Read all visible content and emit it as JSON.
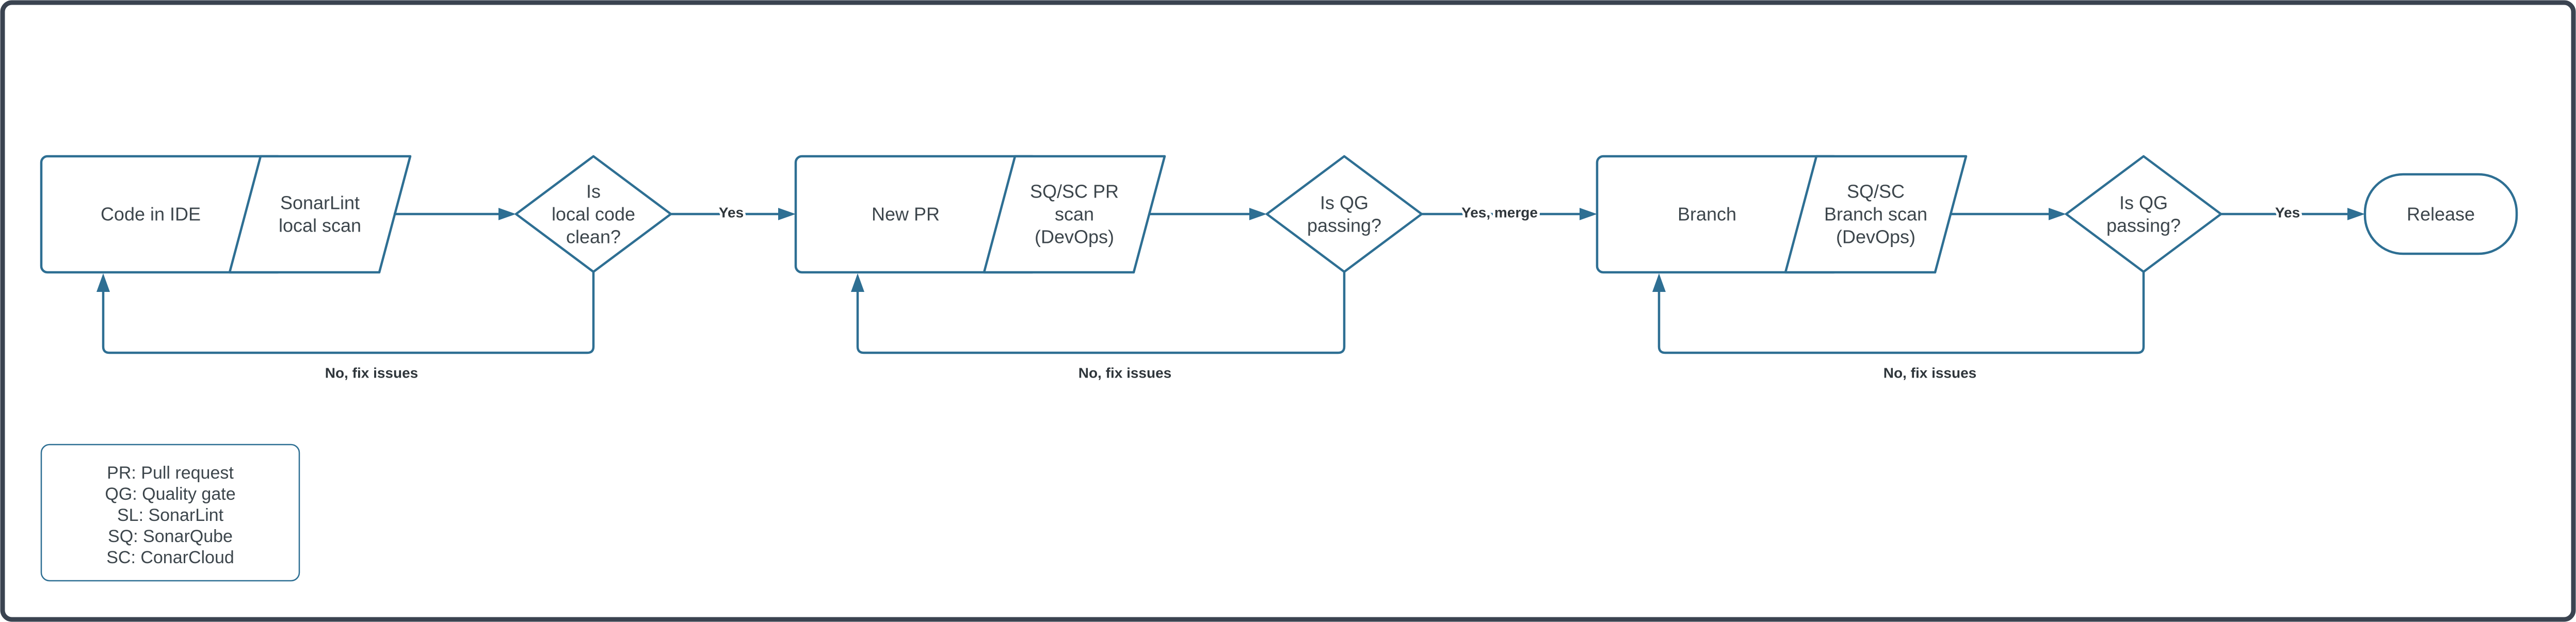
{
  "colors": {
    "frame": "#3a4350",
    "stroke": "#2e6f93",
    "node_text": "#3d464c",
    "edge_label": "#2f363b",
    "background": "#ffffff"
  },
  "nodes": {
    "code_ide": {
      "label": "Code in IDE"
    },
    "sonarlint_scan": {
      "lines": [
        "SonarLint",
        "local scan"
      ]
    },
    "is_local_code_clean": {
      "lines": [
        "Is",
        "local code",
        "clean?"
      ]
    },
    "new_pr": {
      "label": "New PR"
    },
    "sq_sc_pr_scan": {
      "lines": [
        "SQ/SC PR",
        "scan",
        "(DevOps)"
      ]
    },
    "is_qg_passing_pr": {
      "lines": [
        "Is QG",
        "passing?"
      ]
    },
    "branch": {
      "label": "Branch"
    },
    "sq_sc_branch_scan": {
      "lines": [
        "SQ/SC",
        "Branch scan",
        "(DevOps)"
      ]
    },
    "is_qg_passing_branch": {
      "lines": [
        "Is QG",
        "passing?"
      ]
    },
    "release": {
      "label": "Release"
    }
  },
  "edges": {
    "yes_local_clean": "Yes",
    "yes_merge": "Yes, merge",
    "yes_release": "Yes",
    "no_fix_issues_1": "No, fix issues",
    "no_fix_issues_2": "No, fix issues",
    "no_fix_issues_3": "No, fix issues"
  },
  "legend": {
    "lines": [
      "PR: Pull request",
      "QG: Quality gate",
      "SL: SonarLint",
      "SQ: SonarQube",
      "SC: ConarCloud"
    ]
  }
}
